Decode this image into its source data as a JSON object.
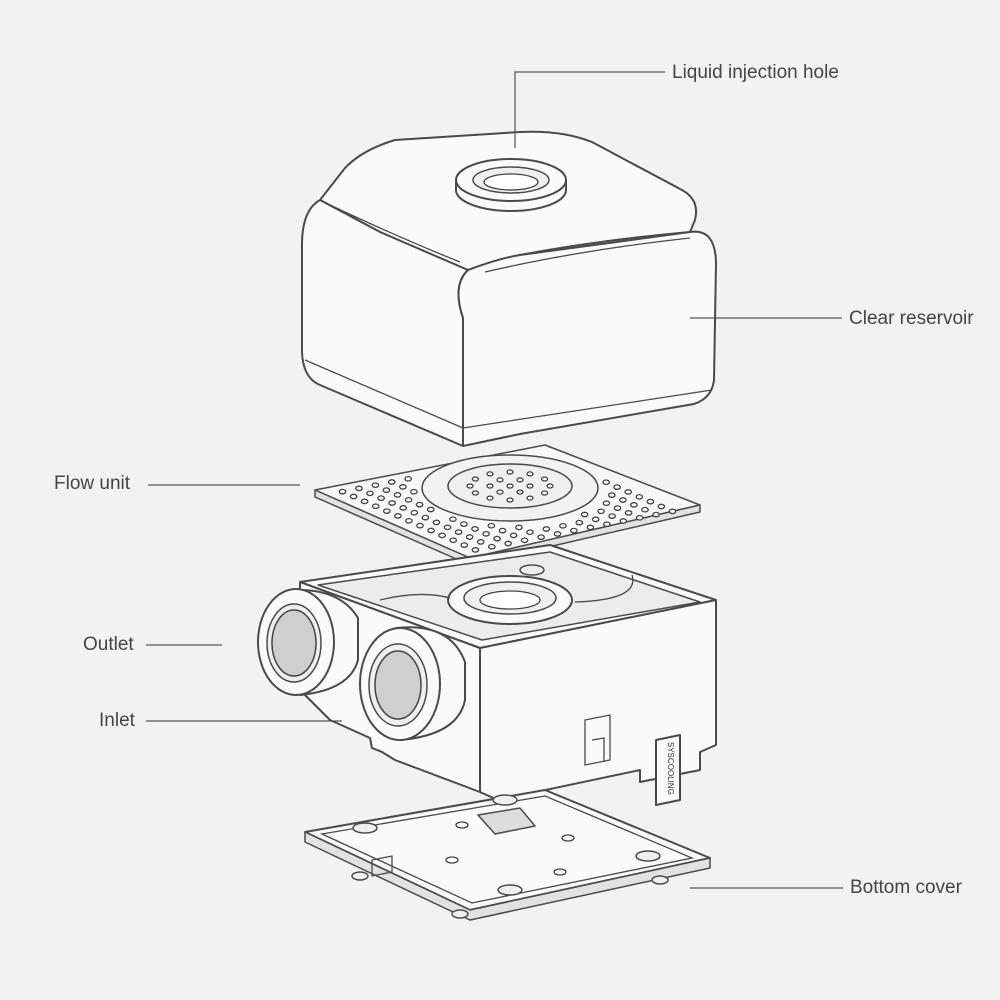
{
  "figure": {
    "labels": {
      "liquid_injection_hole": "Liquid injection hole",
      "clear_reservoir": "Clear reservoir",
      "flow_unit": "Flow unit",
      "outlet": "Outlet",
      "inlet": "Inlet",
      "bottom_cover": "Bottom cover"
    },
    "part_marking": "SYSCOOLING"
  },
  "colors": {
    "background": "#f2f2f2",
    "outline": "#4a4a4a",
    "label_text": "#444444"
  }
}
